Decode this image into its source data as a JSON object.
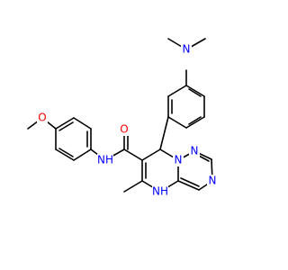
{
  "colors": {
    "background": "#ffffff",
    "bond": "#000000",
    "nitrogen": "#0000ff",
    "oxygen": "#ff0000"
  },
  "atoms": {
    "dimethylamino_n": {
      "text": "N",
      "color": "#0000ff"
    },
    "ether_o": {
      "text": "O",
      "color": "#ff0000"
    },
    "carbonyl_o": {
      "text": "O",
      "color": "#ff0000"
    },
    "amide_nh": {
      "text": "NH",
      "color": "#0000ff"
    },
    "ring_n1": {
      "text": "N",
      "color": "#0000ff"
    },
    "ring_n2": {
      "text": "N",
      "color": "#0000ff"
    },
    "ring_n3": {
      "text": "N",
      "color": "#0000ff"
    },
    "ring_nh": {
      "text": "NH",
      "color": "#0000ff"
    }
  }
}
